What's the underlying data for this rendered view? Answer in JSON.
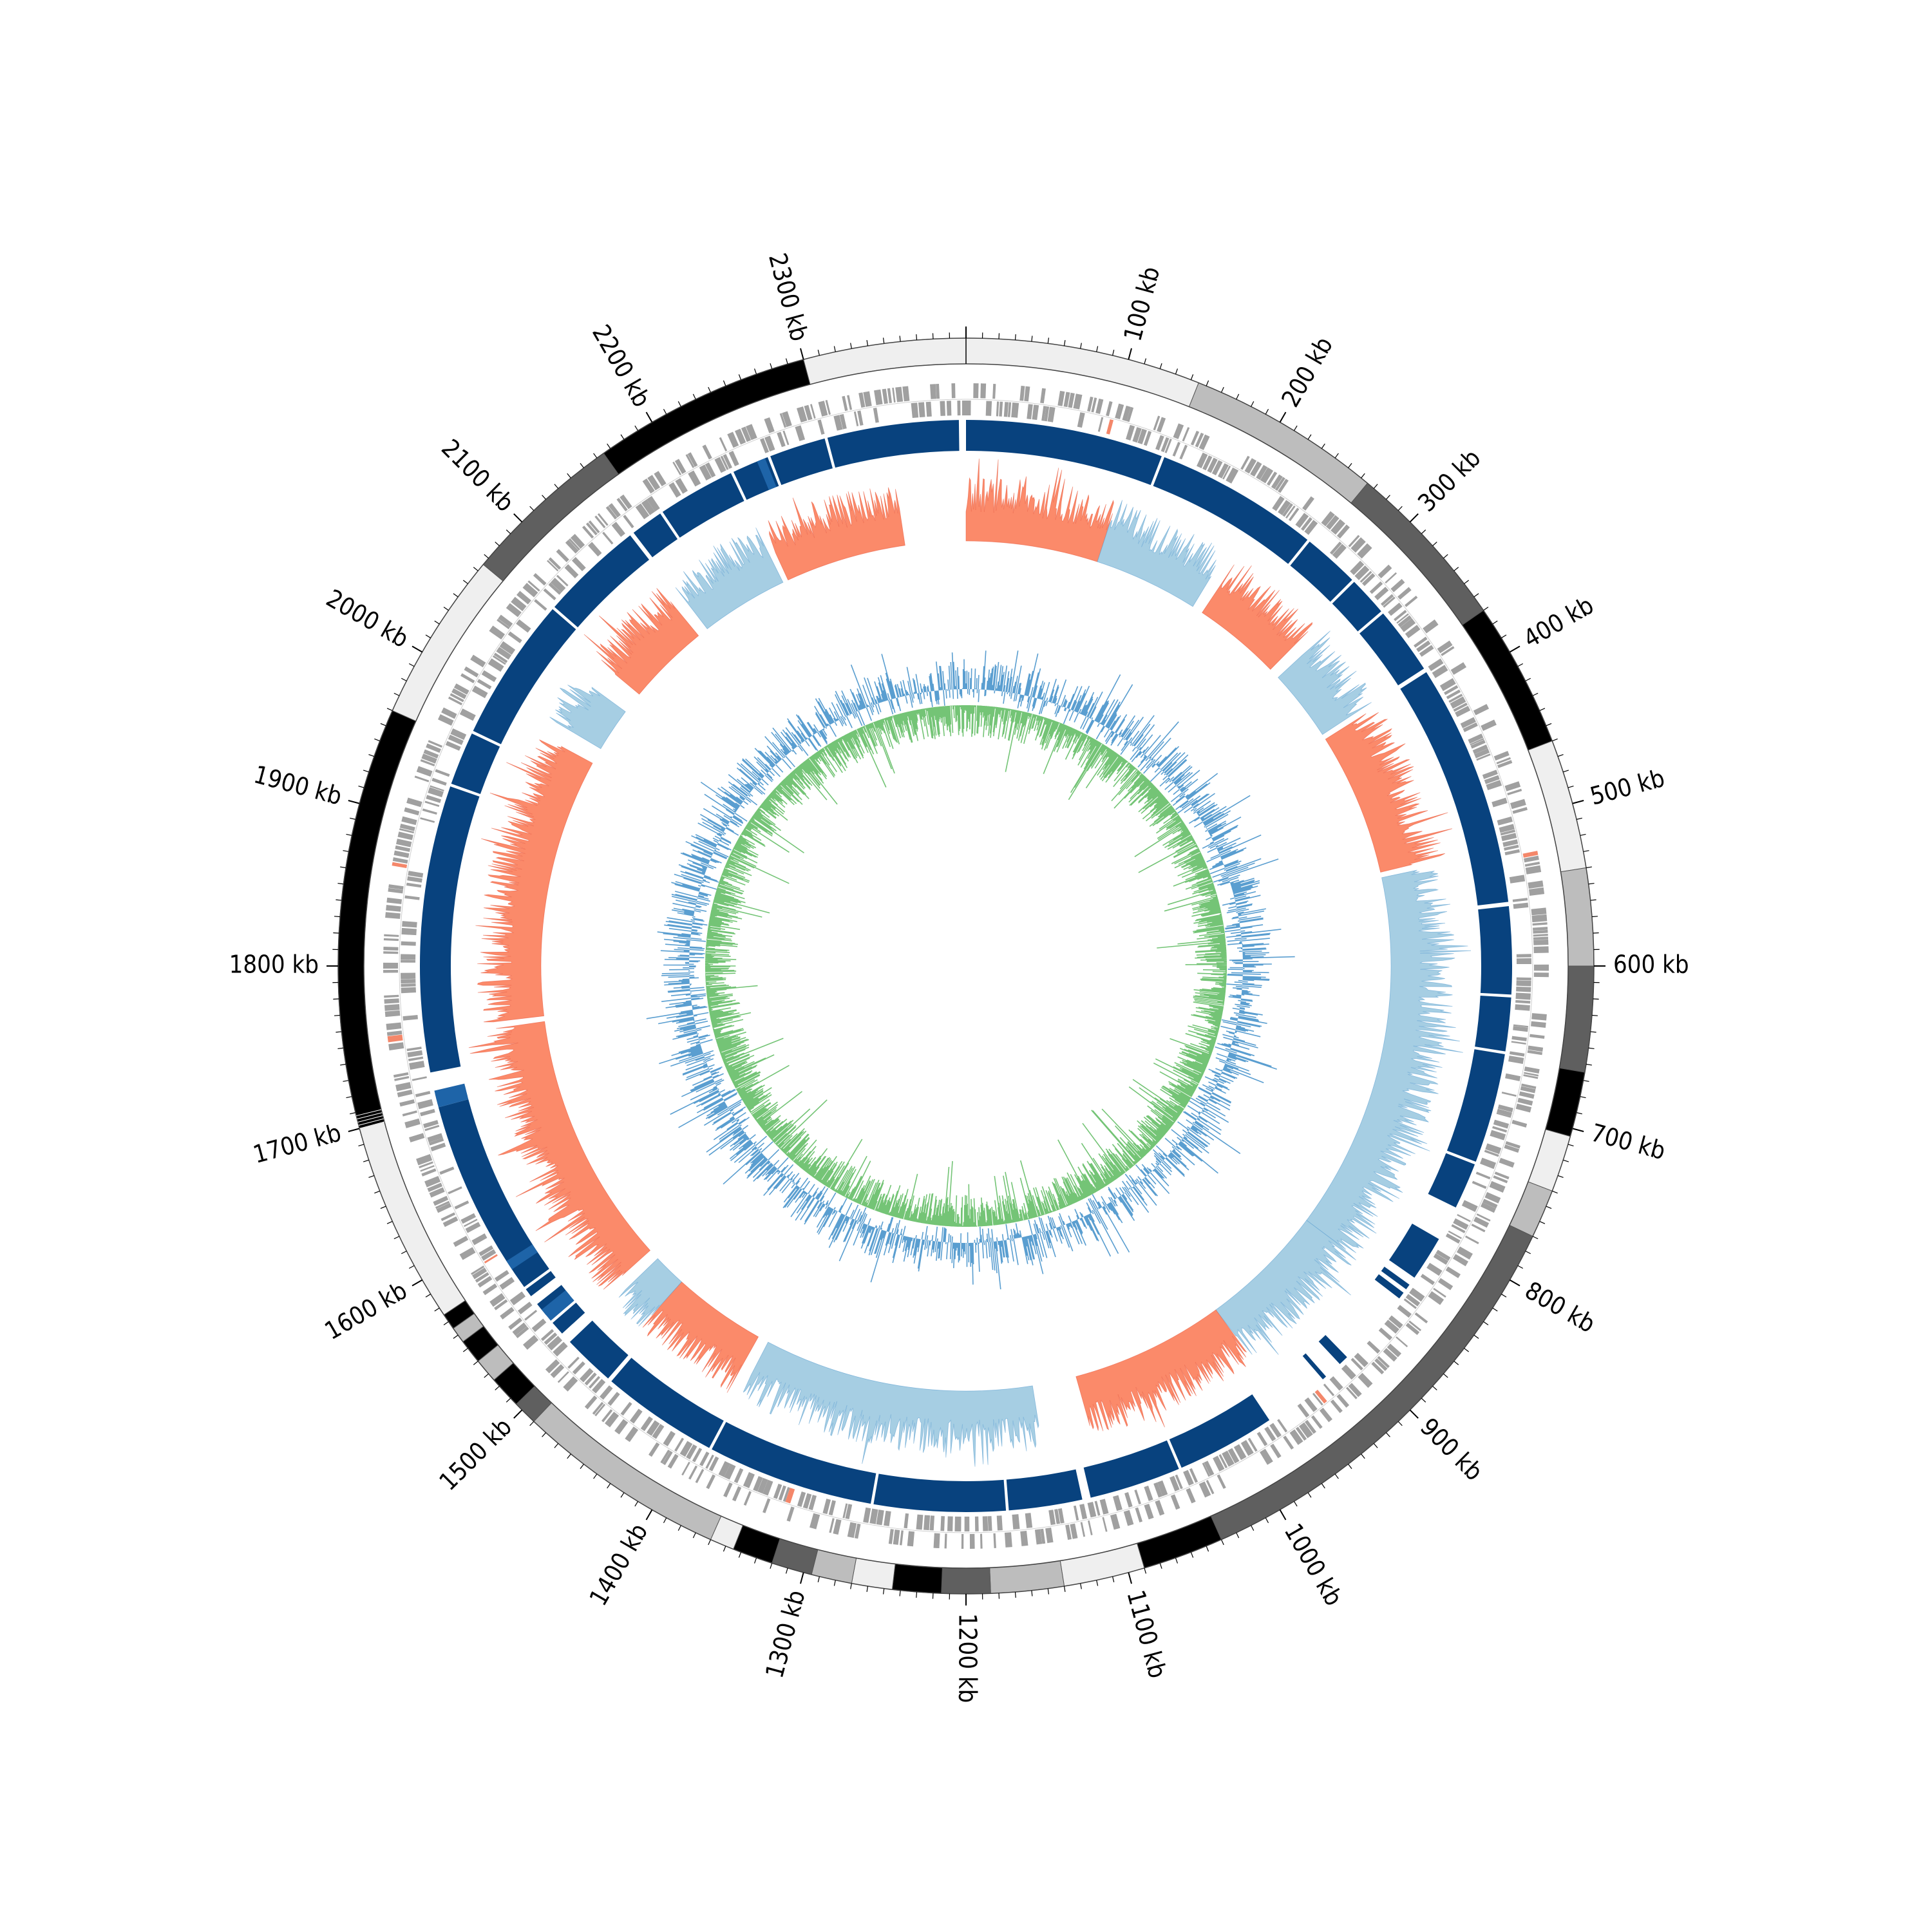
{
  "chart_data": {
    "type": "circular-genome-map",
    "title": "",
    "genome_length_kb": 2400,
    "tick_labels": [
      {
        "pos": 100,
        "label": "100 kb"
      },
      {
        "pos": 200,
        "label": "200 kb"
      },
      {
        "pos": 300,
        "label": "300 kb"
      },
      {
        "pos": 400,
        "label": "400 kb"
      },
      {
        "pos": 500,
        "label": "500 kb"
      },
      {
        "pos": 600,
        "label": "600 kb"
      },
      {
        "pos": 700,
        "label": "700 kb"
      },
      {
        "pos": 800,
        "label": "800 kb"
      },
      {
        "pos": 900,
        "label": "900 kb"
      },
      {
        "pos": 1000,
        "label": "1000 kb"
      },
      {
        "pos": 1100,
        "label": "1100 kb"
      },
      {
        "pos": 1200,
        "label": "1200 kb"
      },
      {
        "pos": 1300,
        "label": "1300 kb"
      },
      {
        "pos": 1400,
        "label": "1400 kb"
      },
      {
        "pos": 1500,
        "label": "1500 kb"
      },
      {
        "pos": 1600,
        "label": "1600 kb"
      },
      {
        "pos": 1700,
        "label": "1700 kb"
      },
      {
        "pos": 1800,
        "label": "1800 kb"
      },
      {
        "pos": 1900,
        "label": "1900 kb"
      },
      {
        "pos": 2000,
        "label": "2000 kb"
      },
      {
        "pos": 2100,
        "label": "2100 kb"
      },
      {
        "pos": 2200,
        "label": "2200 kb"
      },
      {
        "pos": 2300,
        "label": "2300 kb"
      }
    ],
    "colors": {
      "contig_black": "#000000",
      "contig_dark": "#5f5f5f",
      "contig_mid": "#bdbdbd",
      "contig_light": "#efefef",
      "gene": "#a0a0a0",
      "gene_rna": "#f4876a",
      "homology": "#08427e",
      "homology_alt": "#1e64a8",
      "skew_pos": "#a6cee3",
      "skew_neg": "#fb8a6a",
      "skew_line_pos": "#5a9ed0",
      "skew_line_neg": "#e8573a",
      "gc_content": "#5a9ed0",
      "gc_skew_inner": "#74c476"
    },
    "contig_segments": [
      {
        "start": 0,
        "end": 145,
        "shade": "light"
      },
      {
        "start": 145,
        "end": 265,
        "shade": "mid"
      },
      {
        "start": 265,
        "end": 370,
        "shade": "dark"
      },
      {
        "start": 370,
        "end": 460,
        "shade": "black"
      },
      {
        "start": 460,
        "end": 540,
        "shade": "light"
      },
      {
        "start": 540,
        "end": 600,
        "shade": "mid"
      },
      {
        "start": 600,
        "end": 665,
        "shade": "dark"
      },
      {
        "start": 665,
        "end": 705,
        "shade": "black"
      },
      {
        "start": 705,
        "end": 740,
        "shade": "light"
      },
      {
        "start": 740,
        "end": 770,
        "shade": "mid"
      },
      {
        "start": 770,
        "end": 1040,
        "shade": "dark"
      },
      {
        "start": 1040,
        "end": 1090,
        "shade": "black"
      },
      {
        "start": 1090,
        "end": 1140,
        "shade": "light"
      },
      {
        "start": 1140,
        "end": 1185,
        "shade": "mid"
      },
      {
        "start": 1185,
        "end": 1215,
        "shade": "dark"
      },
      {
        "start": 1215,
        "end": 1245,
        "shade": "black"
      },
      {
        "start": 1245,
        "end": 1270,
        "shade": "light"
      },
      {
        "start": 1270,
        "end": 1295,
        "shade": "mid"
      },
      {
        "start": 1295,
        "end": 1320,
        "shade": "dark"
      },
      {
        "start": 1320,
        "end": 1345,
        "shade": "black"
      },
      {
        "start": 1345,
        "end": 1360,
        "shade": "light"
      },
      {
        "start": 1360,
        "end": 1490,
        "shade": "mid"
      },
      {
        "start": 1490,
        "end": 1505,
        "shade": "dark"
      },
      {
        "start": 1505,
        "end": 1525,
        "shade": "black"
      },
      {
        "start": 1525,
        "end": 1540,
        "shade": "mid"
      },
      {
        "start": 1540,
        "end": 1555,
        "shade": "black"
      },
      {
        "start": 1555,
        "end": 1565,
        "shade": "mid"
      },
      {
        "start": 1565,
        "end": 1575,
        "shade": "black"
      },
      {
        "start": 1575,
        "end": 1700,
        "shade": "light"
      },
      {
        "start": 1700,
        "end": 1960,
        "shade": "black"
      },
      {
        "start": 1960,
        "end": 2065,
        "shade": "light"
      },
      {
        "start": 2065,
        "end": 2165,
        "shade": "dark"
      },
      {
        "start": 2165,
        "end": 2300,
        "shade": "black"
      },
      {
        "start": 2300,
        "end": 2400,
        "shade": "light"
      }
    ],
    "homology_blocks": [
      {
        "start": 0,
        "end": 140
      },
      {
        "start": 142,
        "end": 258
      },
      {
        "start": 260,
        "end": 300
      },
      {
        "start": 302,
        "end": 330
      },
      {
        "start": 332,
        "end": 380
      },
      {
        "start": 383,
        "end": 555
      },
      {
        "start": 558,
        "end": 620
      },
      {
        "start": 622,
        "end": 660
      },
      {
        "start": 662,
        "end": 740
      },
      {
        "start": 742,
        "end": 775
      },
      {
        "start": 800,
        "end": 832
      },
      {
        "start": 838,
        "end": 842
      },
      {
        "start": 845,
        "end": 850
      },
      {
        "start": 905,
        "end": 912
      },
      {
        "start": 925,
        "end": 928
      },
      {
        "start": 975,
        "end": 1045
      },
      {
        "start": 1047,
        "end": 1112
      },
      {
        "start": 1118,
        "end": 1170
      },
      {
        "start": 1172,
        "end": 1265
      },
      {
        "start": 1267,
        "end": 1385
      },
      {
        "start": 1387,
        "end": 1470
      },
      {
        "start": 1473,
        "end": 1510
      },
      {
        "start": 1518,
        "end": 1528
      },
      {
        "start": 1535,
        "end": 1545
      },
      {
        "start": 1552,
        "end": 1558
      },
      {
        "start": 1560,
        "end": 1700
      },
      {
        "start": 1702,
        "end": 1710
      },
      {
        "start": 1725,
        "end": 1928
      },
      {
        "start": 1930,
        "end": 1968
      },
      {
        "start": 1970,
        "end": 2072
      },
      {
        "start": 2074,
        "end": 2147
      },
      {
        "start": 2150,
        "end": 2173
      },
      {
        "start": 2175,
        "end": 2230
      },
      {
        "start": 2232,
        "end": 2258
      },
      {
        "start": 2260,
        "end": 2300
      },
      {
        "start": 2302,
        "end": 2395
      }
    ],
    "strand_bias_regions": [
      {
        "start": 0,
        "end": 120,
        "sign": "neg"
      },
      {
        "start": 120,
        "end": 215,
        "sign": "pos"
      },
      {
        "start": 225,
        "end": 305,
        "sign": "neg"
      },
      {
        "start": 315,
        "end": 380,
        "sign": "pos"
      },
      {
        "start": 385,
        "end": 515,
        "sign": "neg"
      },
      {
        "start": 520,
        "end": 845,
        "sign": "pos"
      },
      {
        "start": 845,
        "end": 960,
        "sign": "pos"
      },
      {
        "start": 960,
        "end": 1100,
        "sign": "neg"
      },
      {
        "start": 1140,
        "end": 1385,
        "sign": "pos"
      },
      {
        "start": 1395,
        "end": 1480,
        "sign": "neg"
      },
      {
        "start": 1480,
        "end": 1510,
        "sign": "pos"
      },
      {
        "start": 1520,
        "end": 1750,
        "sign": "neg"
      },
      {
        "start": 1755,
        "end": 1990,
        "sign": "neg"
      },
      {
        "start": 2005,
        "end": 2045,
        "sign": "pos"
      },
      {
        "start": 2065,
        "end": 2140,
        "sign": "neg"
      },
      {
        "start": 2150,
        "end": 2230,
        "sign": "pos"
      },
      {
        "start": 2235,
        "end": 2345,
        "sign": "neg"
      }
    ]
  }
}
